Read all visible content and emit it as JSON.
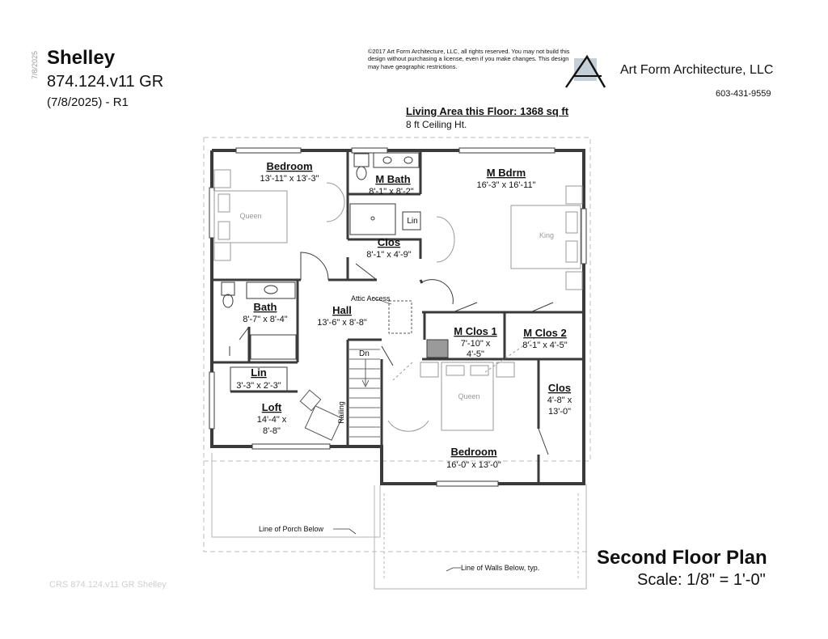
{
  "header": {
    "title": "Shelley",
    "plan_number": "874.124.v11 GR",
    "revision": "(7/8/2025) - R1",
    "side_date": "7/8/2025"
  },
  "copyright": "©2017 Art Form Architecture, LLC, all rights reserved. You may not build this design without purchasing a license, even if you make changes. This design may have geographic restrictions.",
  "firm": {
    "name": "Art Form Architecture, LLC",
    "phone": "603-431-9559",
    "logo_letter": "A"
  },
  "floor_info": {
    "living_area": "Living Area this Floor: 1368 sq ft",
    "ceiling": "8 ft Ceiling Ht."
  },
  "rooms": {
    "bedroom_nw": {
      "name": "Bedroom",
      "dims": "13'-11\" x 13'-3\""
    },
    "m_bath": {
      "name": "M Bath",
      "dims": "8'-1\" x 8'-2\""
    },
    "m_bdrm": {
      "name": "M Bdrm",
      "dims": "16'-3\" x 16'-11\""
    },
    "lin_small": {
      "name": "Lin"
    },
    "clos_mid": {
      "name": "Clos",
      "dims": "8'-1\" x 4'-9\""
    },
    "bath": {
      "name": "Bath",
      "dims": "8'-7\" x 8'-4\""
    },
    "hall": {
      "name": "Hall",
      "dims": "13'-6\" x 8'-8\""
    },
    "m_clos_1": {
      "name": "M Clos 1",
      "dims1": "7'-10\" x",
      "dims2": "4'-5\""
    },
    "m_clos_2": {
      "name": "M Clos 2",
      "dims": "8'-1\" x 4'-5\""
    },
    "lin": {
      "name": "Lin",
      "dims": "3'-3\" x 2'-3\""
    },
    "loft": {
      "name": "Loft",
      "dims1": "14'-4\" x",
      "dims2": "8'-8\""
    },
    "clos_e": {
      "name": "Clos",
      "dims1": "4'-8\" x",
      "dims2": "13'-0\""
    },
    "bedroom_s": {
      "name": "Bedroom",
      "dims": "16'-0\" x 13'-0\""
    }
  },
  "fixtures": {
    "queen_1": "Queen",
    "king": "King",
    "queen_2": "Queen",
    "attic_access": "Attic Access",
    "stair_dn": "Dn",
    "railing": "Railing"
  },
  "notes": {
    "porch_line": "Line of Porch Below",
    "walls_line": "Line of Walls Below, typ."
  },
  "footer": {
    "heading": "Second Floor Plan",
    "scale": "Scale: 1/8\" = 1'-0\"",
    "watermark": "CRS 874.124.v11 GR Shelley"
  },
  "colors": {
    "wall": "#3a3a3a",
    "fixture": "#9a9a9a",
    "dashed": "#b0b0b0"
  }
}
